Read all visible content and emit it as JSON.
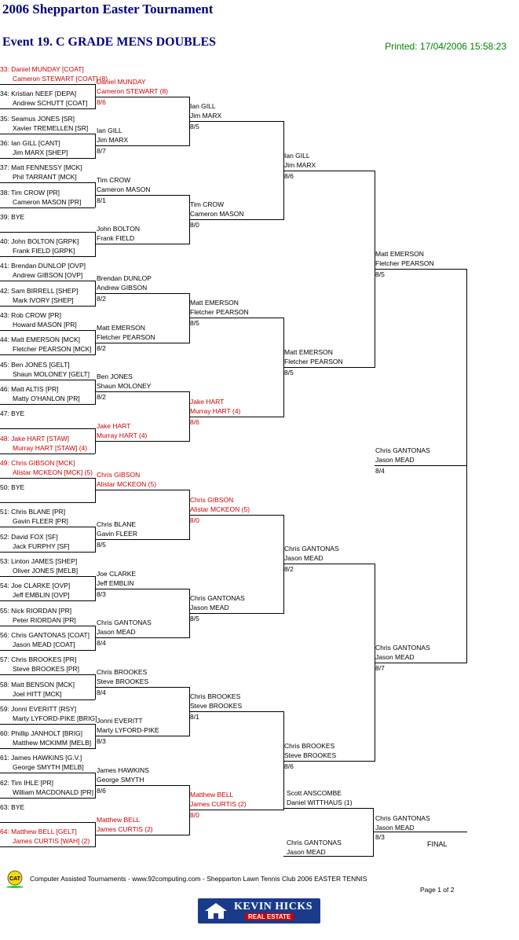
{
  "header": {
    "title": "2006 Shepparton Easter Tournament",
    "event": "Event 19. C GRADE MENS DOUBLES",
    "printed": "Printed: 17/04/2006 15:58:23"
  },
  "colors": {
    "title": "#000080",
    "printed": "#008000",
    "seed": "#cc0000"
  },
  "draw": [
    {
      "num": "33",
      "p1": "Daniel MUNDAY [COAT]",
      "p2": "Cameron STEWART [COAT] (8)",
      "seeded": true
    },
    {
      "num": "34",
      "p1": "Kristian NEEF [DEPA]",
      "p2": "Andrew SCHUTT [COAT]"
    },
    {
      "num": "35",
      "p1": "Seamus JONES [SR]",
      "p2": "Xavier TREMELLEN [SR]"
    },
    {
      "num": "36",
      "p1": "Ian GILL [CANT]",
      "p2": "Jim MARX [SHEP]"
    },
    {
      "num": "37",
      "p1": "Matt FENNESSY [MCK]",
      "p2": "Phil TARRANT [MCK]"
    },
    {
      "num": "38",
      "p1": "Tim CROW [PR]",
      "p2": "Cameron MASON [PR]"
    },
    {
      "num": "39",
      "p1": "BYE",
      "p2": ""
    },
    {
      "num": "40",
      "p1": "John BOLTON [GRPK]",
      "p2": "Frank FIELD [GRPK]"
    },
    {
      "num": "41",
      "p1": "Brendan DUNLOP [OVP]",
      "p2": "Andrew GIBSON [OVP]"
    },
    {
      "num": "42",
      "p1": "Sam BIRRELL [SHEP]",
      "p2": "Mark IVORY [SHEP]"
    },
    {
      "num": "43",
      "p1": "Rob CROW [PR]",
      "p2": "Howard MASON [PR]"
    },
    {
      "num": "44",
      "p1": "Matt EMERSON [MCK]",
      "p2": "Fletcher PEARSON [MCK]"
    },
    {
      "num": "45",
      "p1": "Ben JONES [GELT]",
      "p2": "Shaun MOLONEY [GELT]"
    },
    {
      "num": "46",
      "p1": "Matt ALTIS [PR]",
      "p2": "Matty O'HANLON [PR]"
    },
    {
      "num": "47",
      "p1": "BYE",
      "p2": ""
    },
    {
      "num": "48",
      "p1": "Jake HART [STAW]",
      "p2": "Murray HART [STAW] (4)",
      "seeded": true
    },
    {
      "num": "49",
      "p1": "Chris GIBSON [MCK]",
      "p2": "Alistar MCKEON [MCK] (5)",
      "seeded": true
    },
    {
      "num": "50",
      "p1": "BYE",
      "p2": ""
    },
    {
      "num": "51",
      "p1": "Chris BLANE [PR]",
      "p2": "Gavin FLEER [PR]"
    },
    {
      "num": "52",
      "p1": "David FOX [SF]",
      "p2": "Jack FURPHY [SF]"
    },
    {
      "num": "53",
      "p1": "Linton JAMES [SHEP]",
      "p2": "Oliver JONES [MELB]"
    },
    {
      "num": "54",
      "p1": "Joe CLARKE [OVP]",
      "p2": "Jeff EMBLIN [OVP]"
    },
    {
      "num": "55",
      "p1": "Nick RIORDAN [PR]",
      "p2": "Peter RIORDAN [PR]"
    },
    {
      "num": "56",
      "p1": "Chris GANTONAS [COAT]",
      "p2": "Jason MEAD [COAT]"
    },
    {
      "num": "57",
      "p1": "Chris BROOKES [PR]",
      "p2": "Steve BROOKES [PR]"
    },
    {
      "num": "58",
      "p1": "Matt BENSON [MCK]",
      "p2": "Joel HITT [MCK]"
    },
    {
      "num": "59",
      "p1": "Jonni EVERITT [RSY]",
      "p2": "Marty LYFORD-PIKE [BRIG]"
    },
    {
      "num": "60",
      "p1": "Phillip JANHOLT [BRIG]",
      "p2": "Matthew MCKIMM [MELB]"
    },
    {
      "num": "61",
      "p1": "James HAWKINS [G.V.]",
      "p2": "George SMYTH [MELB]"
    },
    {
      "num": "62",
      "p1": "Tim IHLE [PR]",
      "p2": "William MACDONALD [PR]"
    },
    {
      "num": "63",
      "p1": "BYE",
      "p2": ""
    },
    {
      "num": "64",
      "p1": "Matthew BELL [GELT]",
      "p2": "James CURTIS [WAH] (2)",
      "seeded": true
    }
  ],
  "round2": [
    {
      "p1": "Daniel MUNDAY",
      "p2": "Cameron STEWART (8)",
      "score": "8/6",
      "seeded": true
    },
    {
      "p1": "Ian GILL",
      "p2": "Jim MARX",
      "score": "8/7"
    },
    {
      "p1": "Tim CROW",
      "p2": "Cameron MASON",
      "score": "8/1"
    },
    {
      "p1": "John BOLTON",
      "p2": "Frank FIELD",
      "score": ""
    },
    {
      "p1": "Brendan DUNLOP",
      "p2": "Andrew GIBSON",
      "score": "8/2"
    },
    {
      "p1": "Matt EMERSON",
      "p2": "Fletcher PEARSON",
      "score": "8/2"
    },
    {
      "p1": "Ben JONES",
      "p2": "Shaun MOLONEY",
      "score": "8/2"
    },
    {
      "p1": "Jake HART",
      "p2": "Murray HART (4)",
      "score": "",
      "seeded": true
    },
    {
      "p1": "Chris GIBSON",
      "p2": "Alistar MCKEON (5)",
      "score": "",
      "seeded": true
    },
    {
      "p1": "Chris BLANE",
      "p2": "Gavin FLEER",
      "score": "8/5"
    },
    {
      "p1": "Joe CLARKE",
      "p2": "Jeff EMBLIN",
      "score": "8/3"
    },
    {
      "p1": "Chris GANTONAS",
      "p2": "Jason MEAD",
      "score": "8/4"
    },
    {
      "p1": "Chris BROOKES",
      "p2": "Steve BROOKES",
      "score": "8/4"
    },
    {
      "p1": "Jonni EVERITT",
      "p2": "Marty LYFORD-PIKE",
      "score": "8/3"
    },
    {
      "p1": "James HAWKINS",
      "p2": "George SMYTH",
      "score": "8/6"
    },
    {
      "p1": "Matthew BELL",
      "p2": "James CURTIS (2)",
      "score": "",
      "seeded": true
    }
  ],
  "round3": [
    {
      "p1": "Ian GILL",
      "p2": "Jim MARX",
      "score": "8/5"
    },
    {
      "p1": "Tim CROW",
      "p2": "Cameron MASON",
      "score": "8/0"
    },
    {
      "p1": "Matt EMERSON",
      "p2": "Fletcher PEARSON",
      "score": "8/5"
    },
    {
      "p1": "Jake HART",
      "p2": "Murray HART (4)",
      "score": "8/6",
      "seeded": true
    },
    {
      "p1": "Chris GIBSON",
      "p2": "Alistar MCKEON (5)",
      "score": "8/0",
      "seeded": true
    },
    {
      "p1": "Chris GANTONAS",
      "p2": "Jason MEAD",
      "score": "8/5"
    },
    {
      "p1": "Chris BROOKES",
      "p2": "Steve BROOKES",
      "score": "8/1"
    },
    {
      "p1": "Matthew BELL",
      "p2": "James CURTIS (2)",
      "score": "8/0",
      "seeded": true
    }
  ],
  "round4": [
    {
      "p1": "Ian GILL",
      "p2": "Jim MARX",
      "score": "8/6"
    },
    {
      "p1": "Matt EMERSON",
      "p2": "Fletcher PEARSON",
      "score": "8/5"
    },
    {
      "p1": "Chris GANTONAS",
      "p2": "Jason MEAD",
      "score": "8/2"
    },
    {
      "p1": "Chris BROOKES",
      "p2": "Steve BROOKES",
      "score": "8/6"
    }
  ],
  "round5": [
    {
      "p1": "Matt EMERSON",
      "p2": "Fletcher PEARSON",
      "score": "8/5"
    },
    {
      "p1": "Chris GANTONAS",
      "p2": "Jason MEAD",
      "score": "8/7"
    }
  ],
  "round6": [
    {
      "p1": "Chris GANTONAS",
      "p2": "Jason MEAD",
      "score": "8/4"
    }
  ],
  "final": {
    "top": {
      "p1": "Scott ANSCOMBE",
      "p2": "Daniel WITTHAUS (1)"
    },
    "bottom": {
      "p1": "Chris GANTONAS",
      "p2": "Jason MEAD"
    },
    "winner": {
      "p1": "Chris GANTONAS",
      "p2": "Jason MEAD",
      "score": "8/3"
    },
    "label": "FINAL"
  },
  "footer": {
    "credits": "Computer Assisted Tournaments - www.92computing.com -   Shepparton Lawn Tennis Club          2006  EASTER TENNIS",
    "page": "Page 1 of 2",
    "logo_text": "CAT",
    "sponsor_name": "KEVIN HICKS",
    "sponsor_sub": "REAL ESTATE"
  }
}
